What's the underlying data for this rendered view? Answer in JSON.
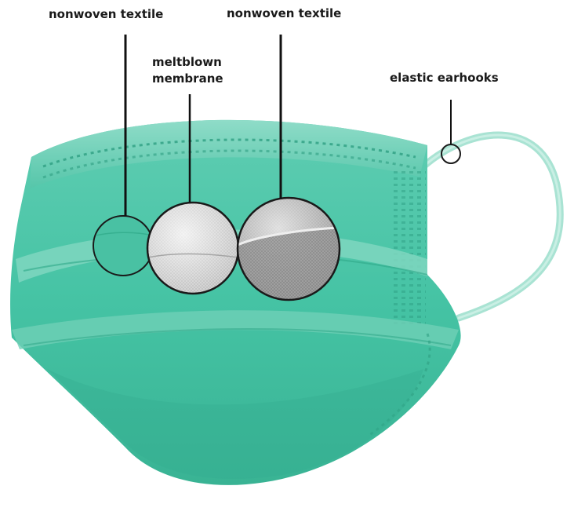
{
  "labels": {
    "outer_layer": "nonwoven textile",
    "middle_layer_line1": "meltblown",
    "middle_layer_line2": "membrane",
    "inner_layer": "nonwoven textile",
    "earhooks": "elastic earhooks"
  },
  "colors": {
    "mask_body": "#45c3a4",
    "mask_light": "#7dd6c0",
    "mask_shadow": "#2fa888",
    "earloop": "#a9e3d3",
    "leader_line": "#111111",
    "swatch_meltblown": "#dcdcdc",
    "swatch_nonwoven": "#bdbdbd"
  },
  "components": [
    "outer-nonwoven-layer",
    "meltblown-filter-layer",
    "inner-nonwoven-layer",
    "elastic-earhook"
  ]
}
